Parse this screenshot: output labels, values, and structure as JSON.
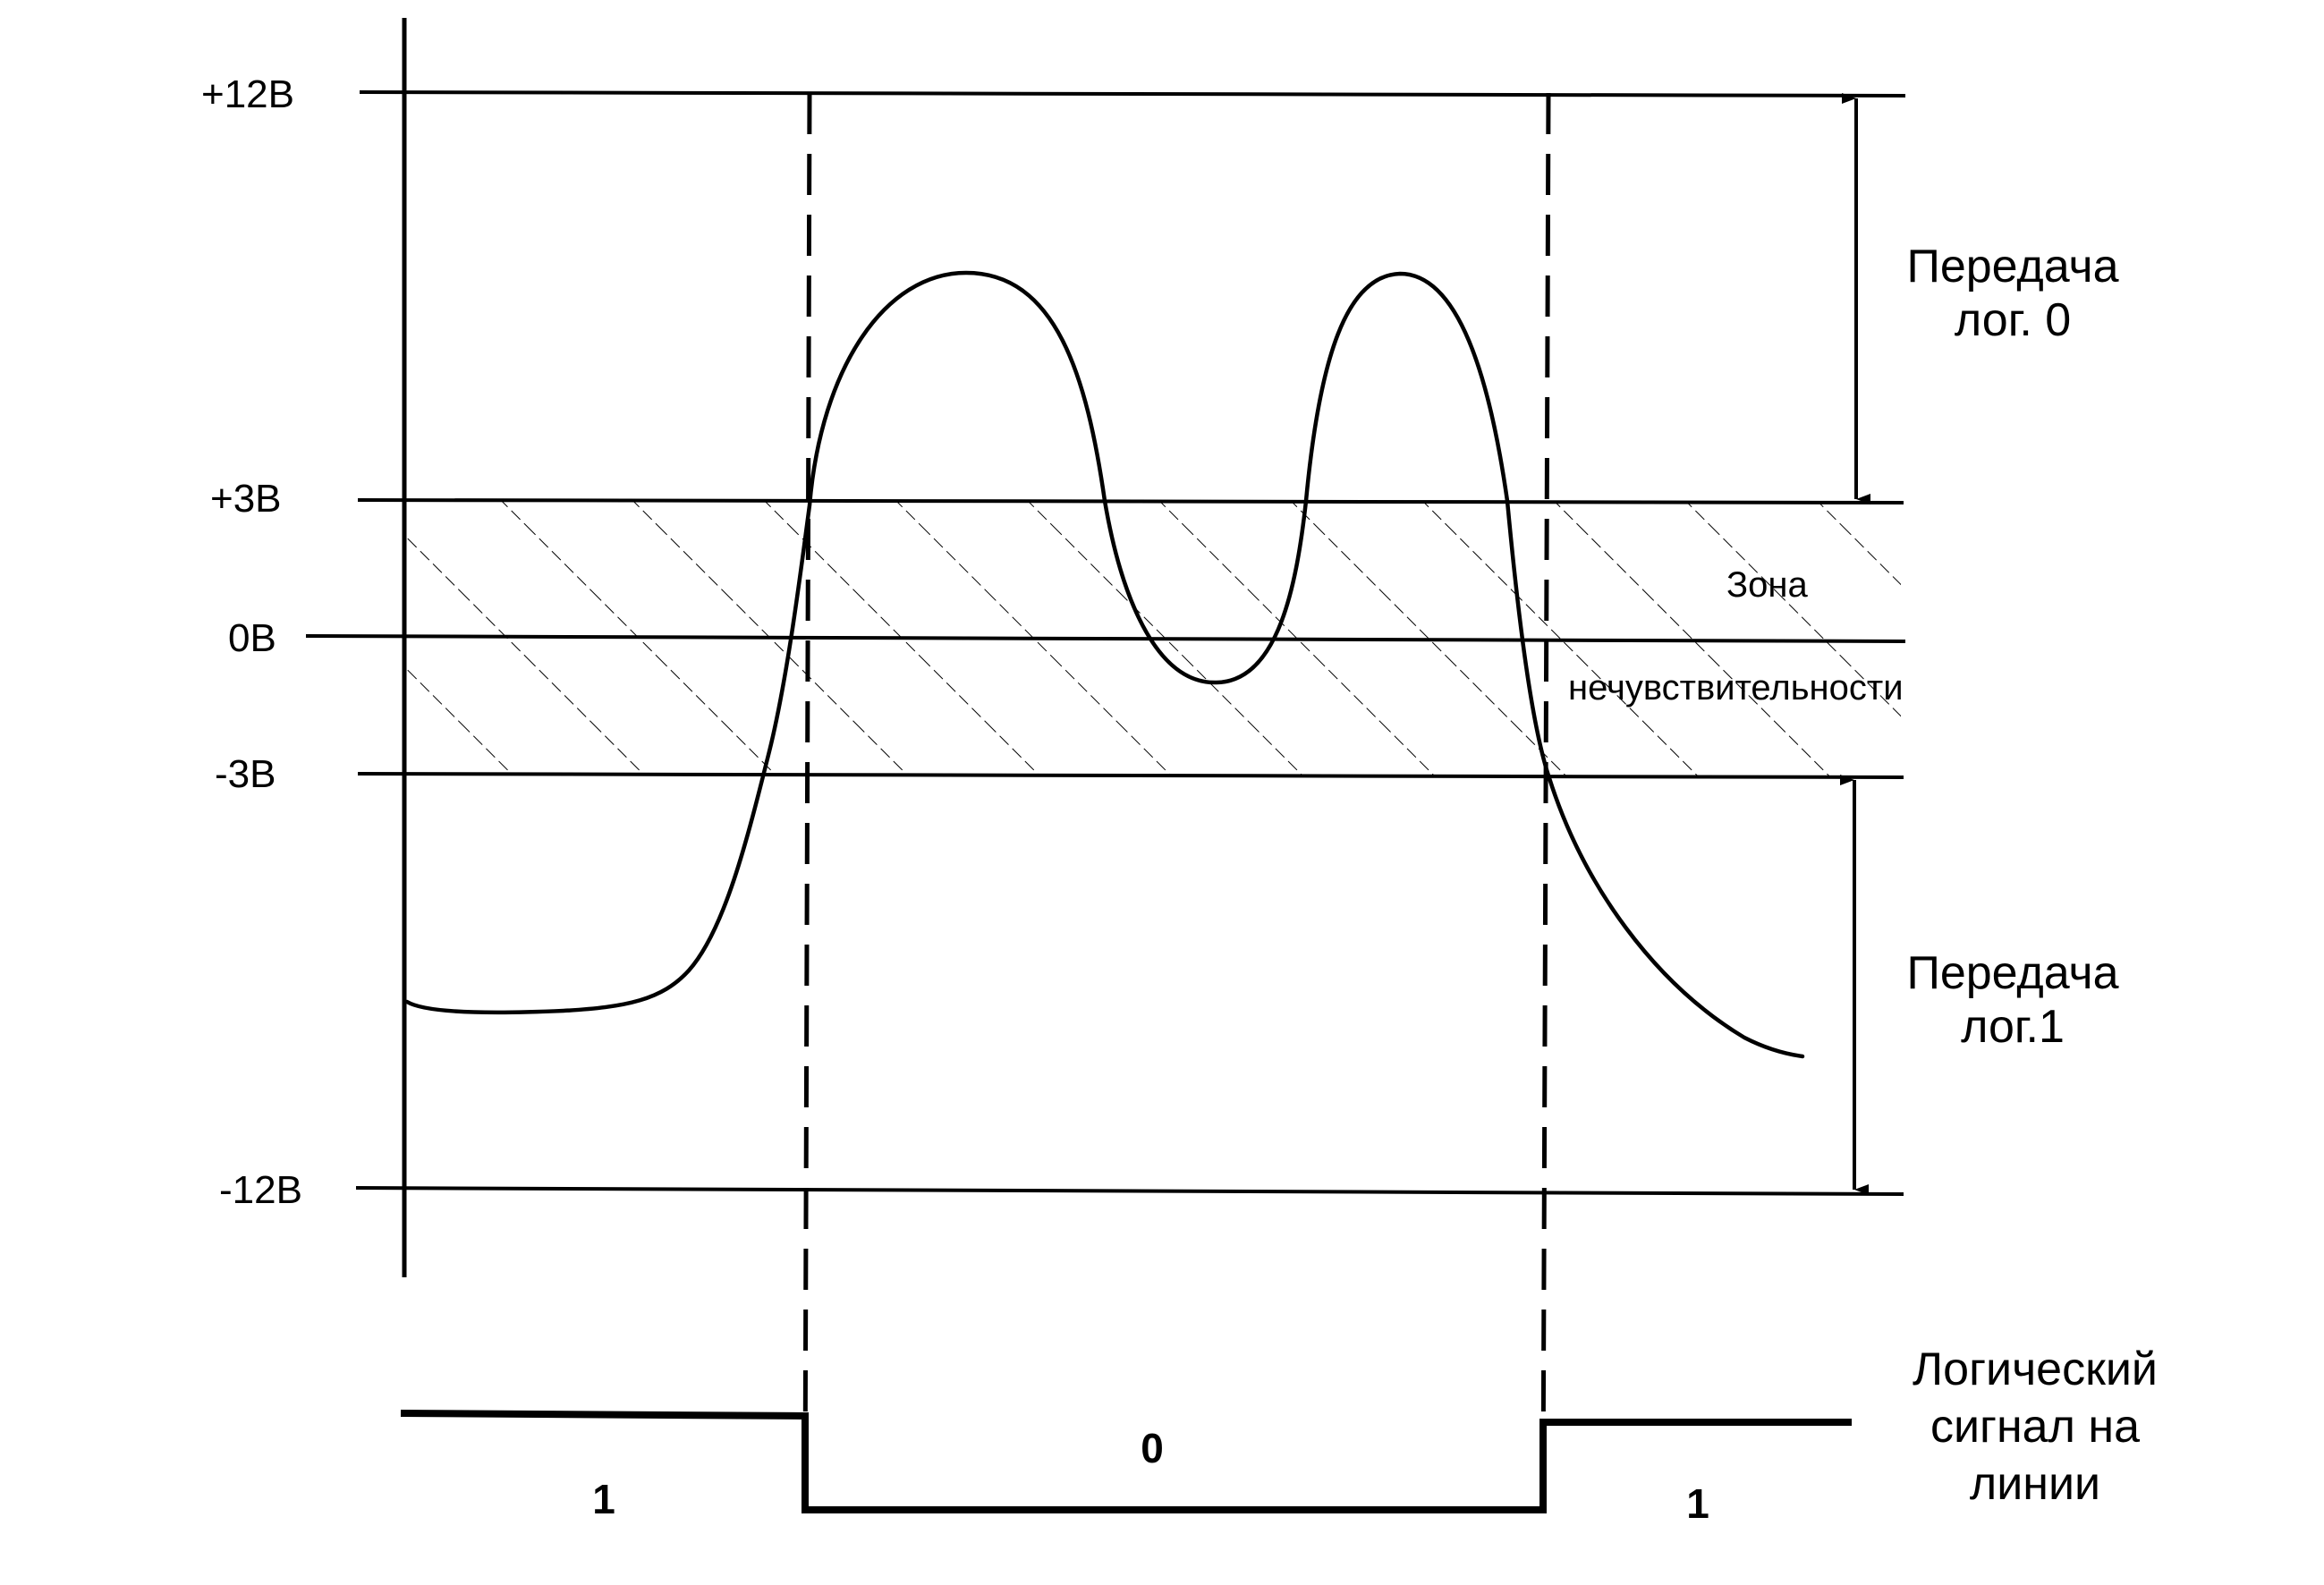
{
  "levels": {
    "plus12": "+12В",
    "plus3": "+3В",
    "zero": "0В",
    "minus3": "-3В",
    "minus12": "-12В"
  },
  "annotations": {
    "log0_line1": "Передача",
    "log0_line2": "лог. 0",
    "zone_line1": "Зона",
    "zone_line2": "нечувствительности",
    "log1_line1": "Передача",
    "log1_line2": "лог.1",
    "signal_line1": "Логический",
    "signal_line2": "сигнал на",
    "signal_line3": "линии"
  },
  "bits": {
    "left": "1",
    "middle": "0",
    "right": "1"
  },
  "colors": {
    "ink": "#000000",
    "background": "#ffffff"
  }
}
